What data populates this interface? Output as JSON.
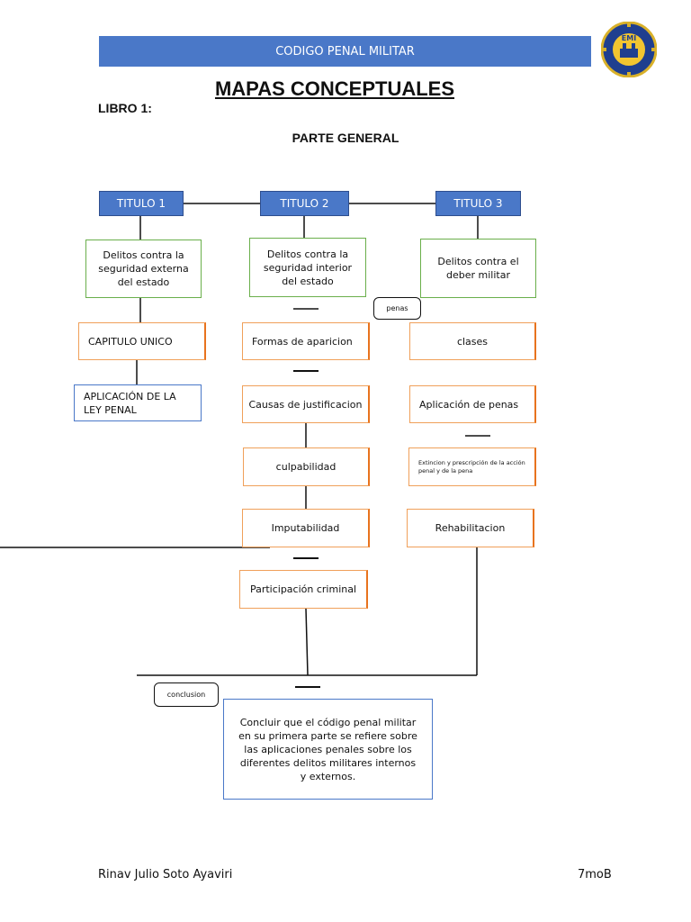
{
  "header": {
    "banner": "CODIGO PENAL MILITAR",
    "logo_text": "EMI"
  },
  "doc": {
    "title": "MAPAS CONCEPTUALES",
    "libro": "LIBRO 1:",
    "parte": "PARTE GENERAL"
  },
  "titulos": [
    "TITULO 1",
    "TITULO 2",
    "TITULO 3"
  ],
  "col1": {
    "delitos": "Delitos contra la seguridad externa del estado",
    "capitulo": "CAPITULO UNICO",
    "aplicacion": "APLICACIÓN DE LA LEY PENAL"
  },
  "col2": {
    "delitos": "Delitos contra la seguridad interior del estado",
    "formas": "Formas de aparicion",
    "causas": "Causas de justificacion",
    "culpabilidad": "culpabilidad",
    "imputabilidad": "Imputabilidad",
    "participacion": "Participación criminal"
  },
  "col3": {
    "delitos": "Delitos contra el deber militar",
    "clases": "clases",
    "aplicacion": "Aplicación de penas",
    "extincion": "Extincion y prescripción de la acción penal y de la pena",
    "rehabilitacion": "Rehabilitacion"
  },
  "labels": {
    "penas": "penas",
    "conclusion": "conclusion"
  },
  "conclusion_text": "Concluir que el código penal militar en su primera parte se refiere sobre las aplicaciones penales sobre los diferentes delitos militares internos y externos.",
  "footer": {
    "author": "Rinav Julio Soto Ayaviri",
    "course": "7moB"
  },
  "colors": {
    "blue": "#4a78c8",
    "green_border": "#6aaf4b",
    "orange_border": "#e8731e"
  }
}
